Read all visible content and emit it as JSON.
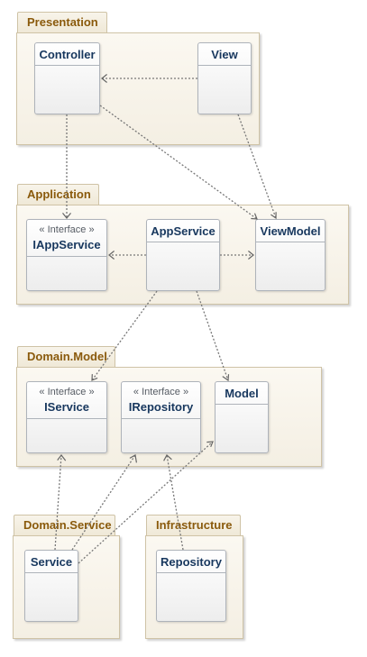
{
  "packages": {
    "presentation": "Presentation",
    "application": "Application",
    "domain_model": "Domain.Model",
    "domain_service": "Domain.Service",
    "infrastructure": "Infrastructure"
  },
  "classes": {
    "controller": {
      "name": "Controller"
    },
    "view": {
      "name": "View"
    },
    "iappservice": {
      "stereotype": "« Interface »",
      "name": "IAppService"
    },
    "appservice": {
      "name": "AppService"
    },
    "viewmodel": {
      "name": "ViewModel"
    },
    "iservice": {
      "stereotype": "« Interface »",
      "name": "IService"
    },
    "irepository": {
      "stereotype": "« Interface »",
      "name": "IRepository"
    },
    "model": {
      "name": "Model"
    },
    "service": {
      "name": "Service"
    },
    "repository": {
      "name": "Repository"
    }
  },
  "colors": {
    "package_title": "#8a5a0c",
    "class_name": "#17375e",
    "package_border": "#cfc3a6",
    "class_border": "#aeb3ba",
    "edge": "#777777"
  }
}
